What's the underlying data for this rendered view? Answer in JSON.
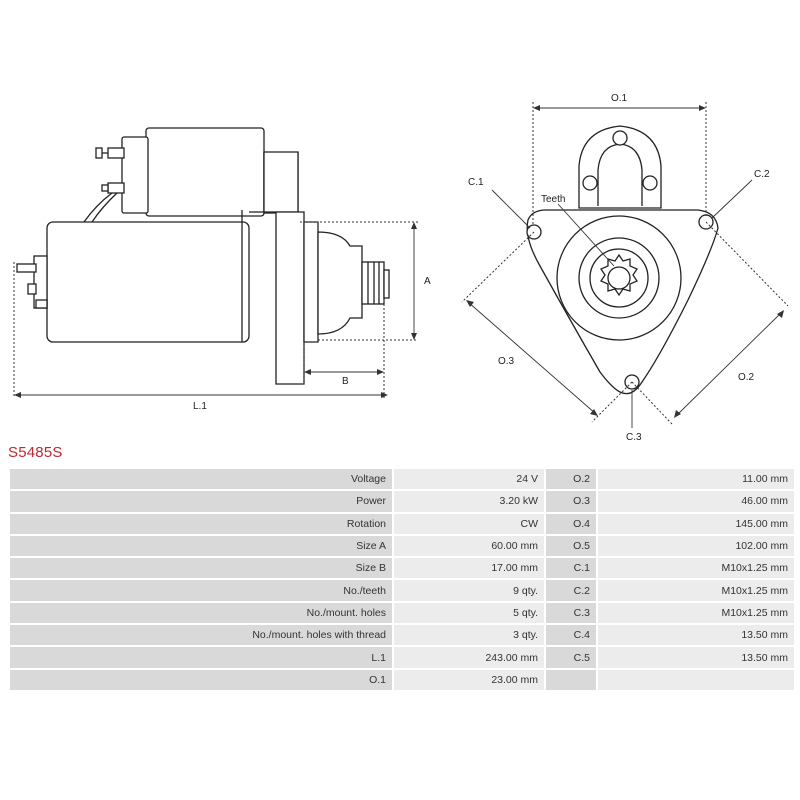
{
  "drawing_labels": {
    "o1": "O.1",
    "o2": "O.2",
    "o3": "O.3",
    "c1": "C.1",
    "c2": "C.2",
    "c3": "C.3",
    "teeth": "Teeth",
    "a": "A",
    "b": "B",
    "l1": "L.1"
  },
  "part_code": "S5485S",
  "specs": [
    {
      "label": "Voltage",
      "value": "24 V",
      "label2": "O.2",
      "value2": "11.00 mm"
    },
    {
      "label": "Power",
      "value": "3.20 kW",
      "label2": "O.3",
      "value2": "46.00 mm"
    },
    {
      "label": "Rotation",
      "value": "CW",
      "label2": "O.4",
      "value2": "145.00 mm"
    },
    {
      "label": "Size A",
      "value": "60.00 mm",
      "label2": "O.5",
      "value2": "102.00 mm"
    },
    {
      "label": "Size B",
      "value": "17.00 mm",
      "label2": "C.1",
      "value2": "M10x1.25 mm"
    },
    {
      "label": "No./teeth",
      "value": "9 qty.",
      "label2": "C.2",
      "value2": "M10x1.25 mm"
    },
    {
      "label": "No./mount. holes",
      "value": "5 qty.",
      "label2": "C.3",
      "value2": "M10x1.25 mm"
    },
    {
      "label": "No./mount. holes with thread",
      "value": "3 qty.",
      "label2": "C.4",
      "value2": "13.50 mm"
    },
    {
      "label": "L.1",
      "value": "243.00 mm",
      "label2": "C.5",
      "value2": "13.50 mm"
    },
    {
      "label": "O.1",
      "value": "23.00 mm",
      "label2": "",
      "value2": ""
    }
  ]
}
